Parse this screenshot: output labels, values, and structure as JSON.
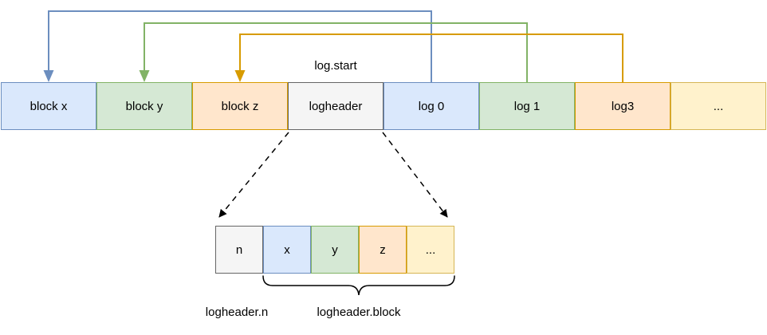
{
  "diagram": {
    "title_hint": "log structure diagram",
    "labels": {
      "log_start": "log.start",
      "logheader_n": "logheader.n",
      "logheader_block": "logheader.block"
    },
    "main_row": [
      {
        "name": "block-x",
        "label": "block x",
        "color": "blue"
      },
      {
        "name": "block-y",
        "label": "block y",
        "color": "green"
      },
      {
        "name": "block-z",
        "label": "block z",
        "color": "orange"
      },
      {
        "name": "logheader",
        "label": "logheader",
        "color": "gray"
      },
      {
        "name": "log-0",
        "label": "log 0",
        "color": "blue"
      },
      {
        "name": "log-1",
        "label": "log 1",
        "color": "green"
      },
      {
        "name": "log-3",
        "label": "log3",
        "color": "orange"
      },
      {
        "name": "log-ellipsis",
        "label": "...",
        "color": "yellow"
      }
    ],
    "header_row": [
      {
        "name": "logheader-n",
        "label": "n",
        "color": "gray"
      },
      {
        "name": "logheader-block-x",
        "label": "x",
        "color": "blue"
      },
      {
        "name": "logheader-block-y",
        "label": "y",
        "color": "green"
      },
      {
        "name": "logheader-block-z",
        "label": "z",
        "color": "orange"
      },
      {
        "name": "logheader-ellipsis",
        "label": "...",
        "color": "yellow"
      }
    ],
    "palette": {
      "blue": {
        "fill": "#dae8fc",
        "stroke": "#6c8ebf"
      },
      "green": {
        "fill": "#d5e8d4",
        "stroke": "#82b366"
      },
      "orange": {
        "fill": "#ffe6cc",
        "stroke": "#d79b00"
      },
      "yellow": {
        "fill": "#fff2cc",
        "stroke": "#d6b656"
      },
      "gray": {
        "fill": "#f5f5f5",
        "stroke": "#666666"
      },
      "connector": "#000000"
    }
  }
}
